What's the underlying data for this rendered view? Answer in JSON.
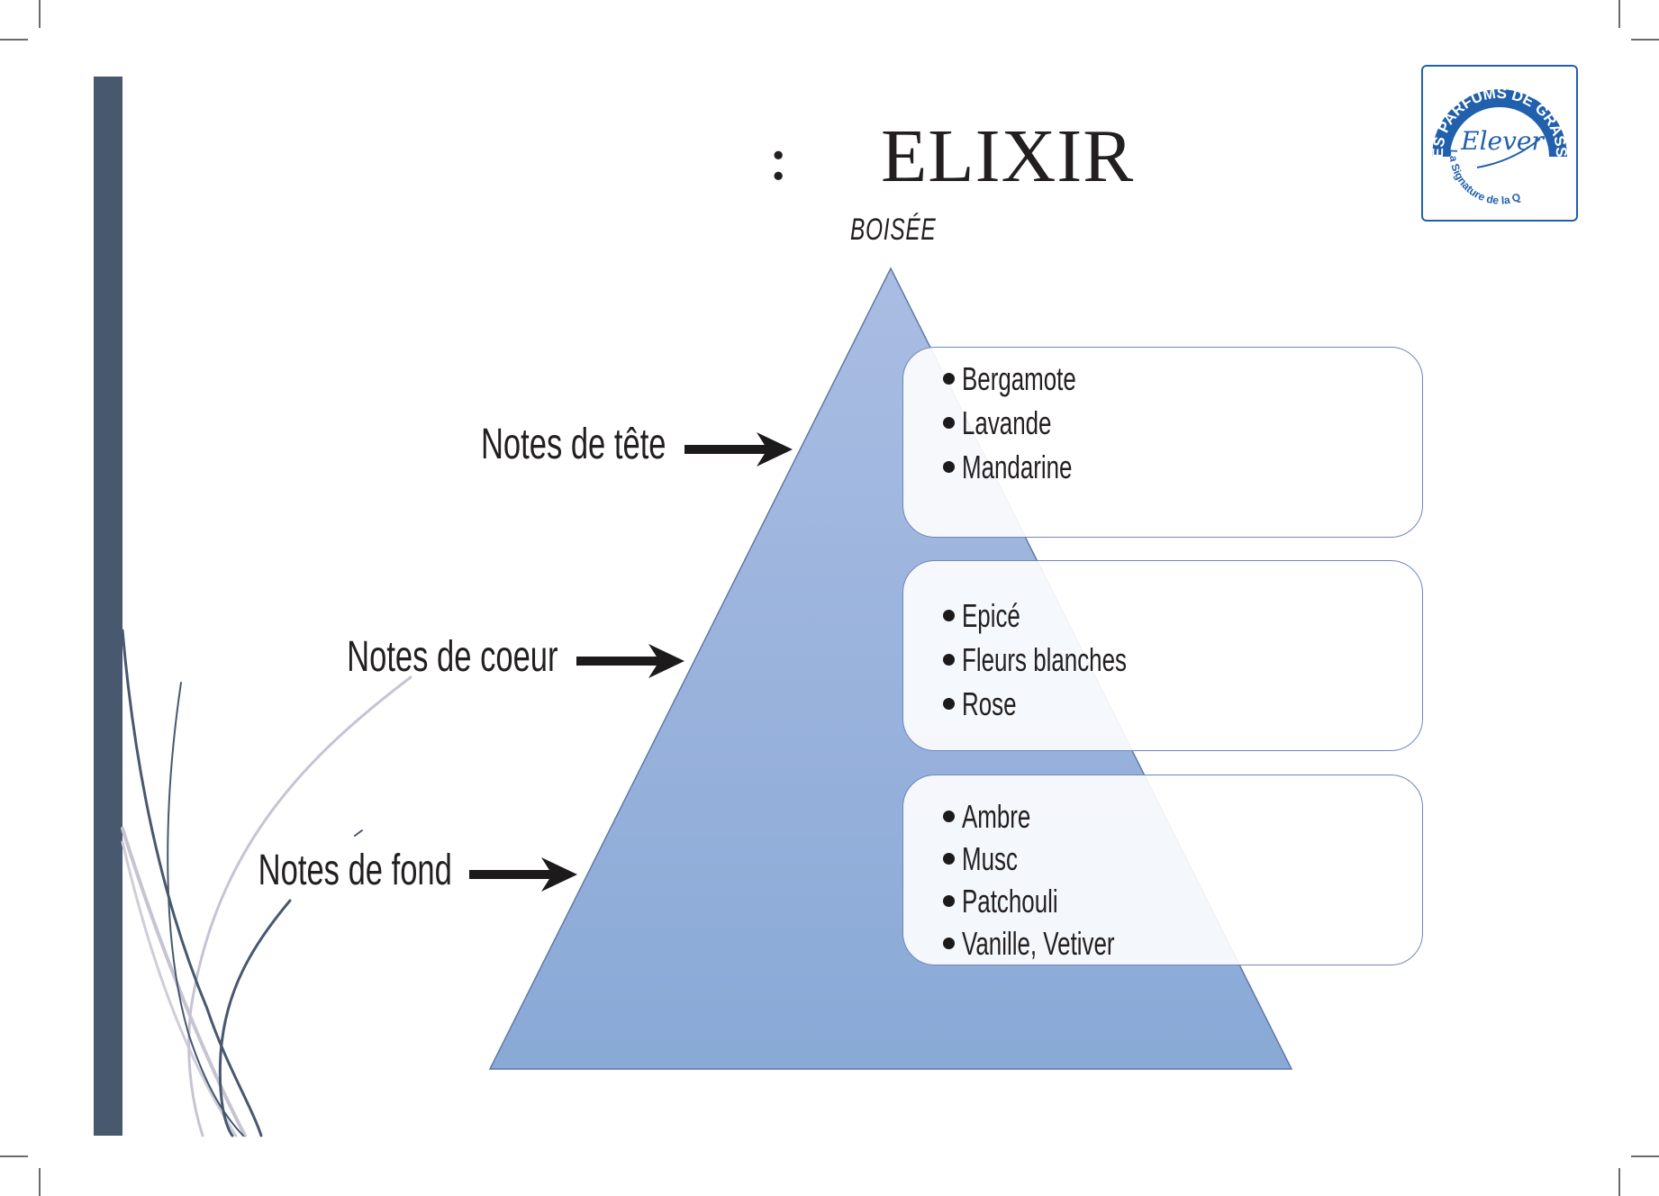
{
  "title": {
    "separator": ":",
    "name": "ELIXIR",
    "family": "BOISÉE"
  },
  "brand": {
    "logo_ring_text": "LES PARFUMS DE GRASSE",
    "logo_script_text": "Elever",
    "logo_tagline": "La Signature de la Qualité",
    "color": "#2160ad"
  },
  "pyramid": {
    "fill_top": "#aabde3",
    "fill_bottom": "#89a9d6",
    "levels": [
      {
        "label": "Notes de tête",
        "notes": [
          "Bergamote",
          "Lavande",
          "Mandarine"
        ]
      },
      {
        "label": "Notes de coeur",
        "notes": [
          "Epicé",
          "Fleurs blanches",
          "Rose"
        ]
      },
      {
        "label": "Notes de fond",
        "notes": [
          "Ambre",
          "Musc",
          "Patchouli",
          "Vanille, Vetiver"
        ]
      }
    ]
  },
  "colors": {
    "sidebar": "#47586f",
    "box_border": "#6f86bd",
    "text": "#231f20"
  }
}
